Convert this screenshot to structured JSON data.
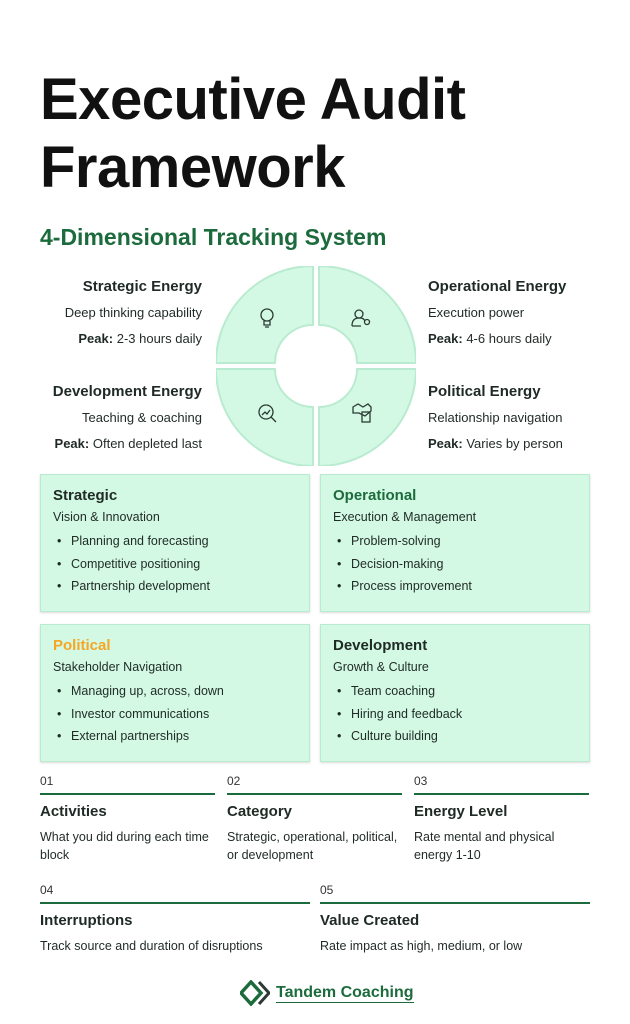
{
  "title_line1": "Executive Audit",
  "title_line2": "Framework",
  "subtitle": "4-Dimensional Tracking System",
  "colors": {
    "green": "#1c6b3d",
    "card": "#d3f9e4",
    "political": "#f5a623"
  },
  "energies": [
    {
      "title": "Strategic Energy",
      "desc": "Deep thinking capability",
      "peak_label": "Peak:",
      "peak": "2-3 hours daily",
      "icon": "lightbulb-icon"
    },
    {
      "title": "Operational Energy",
      "desc": "Execution power",
      "peak_label": "Peak:",
      "peak": "4-6 hours daily",
      "icon": "user-gear-icon"
    },
    {
      "title": "Development Energy",
      "desc": "Teaching & coaching",
      "peak_label": "Peak:",
      "peak": "Often depleted last",
      "icon": "chart-search-icon"
    },
    {
      "title": "Political Energy",
      "desc": "Relationship navigation",
      "peak_label": "Peak:",
      "peak": "Varies by person",
      "icon": "handshake-document-icon"
    }
  ],
  "cards": [
    {
      "title": "Strategic",
      "desc": "Vision & Innovation",
      "items": [
        "Planning and forecasting",
        "Competitive positioning",
        "Partnership development"
      ]
    },
    {
      "title": "Operational",
      "desc": "Execution & Management",
      "items": [
        "Problem-solving",
        "Decision-making",
        "Process improvement"
      ]
    },
    {
      "title": "Political",
      "desc": "Stakeholder Navigation",
      "items": [
        "Managing up, across, down",
        "Investor communications",
        "External partnerships"
      ]
    },
    {
      "title": "Development",
      "desc": "Growth & Culture",
      "items": [
        "Team coaching",
        "Hiring and feedback",
        "Culture building"
      ]
    }
  ],
  "steps": [
    {
      "num": "01",
      "title": "Activities",
      "desc": "What you did during each time block"
    },
    {
      "num": "02",
      "title": "Category",
      "desc": "Strategic, operational, political, or development"
    },
    {
      "num": "03",
      "title": "Energy Level",
      "desc": "Rate mental and physical energy 1-10"
    },
    {
      "num": "04",
      "title": "Interruptions",
      "desc": "Track source and duration of disruptions"
    },
    {
      "num": "05",
      "title": "Value Created",
      "desc": "Rate impact as high, medium, or low"
    }
  ],
  "footer": {
    "brand": "Tandem Coaching"
  }
}
